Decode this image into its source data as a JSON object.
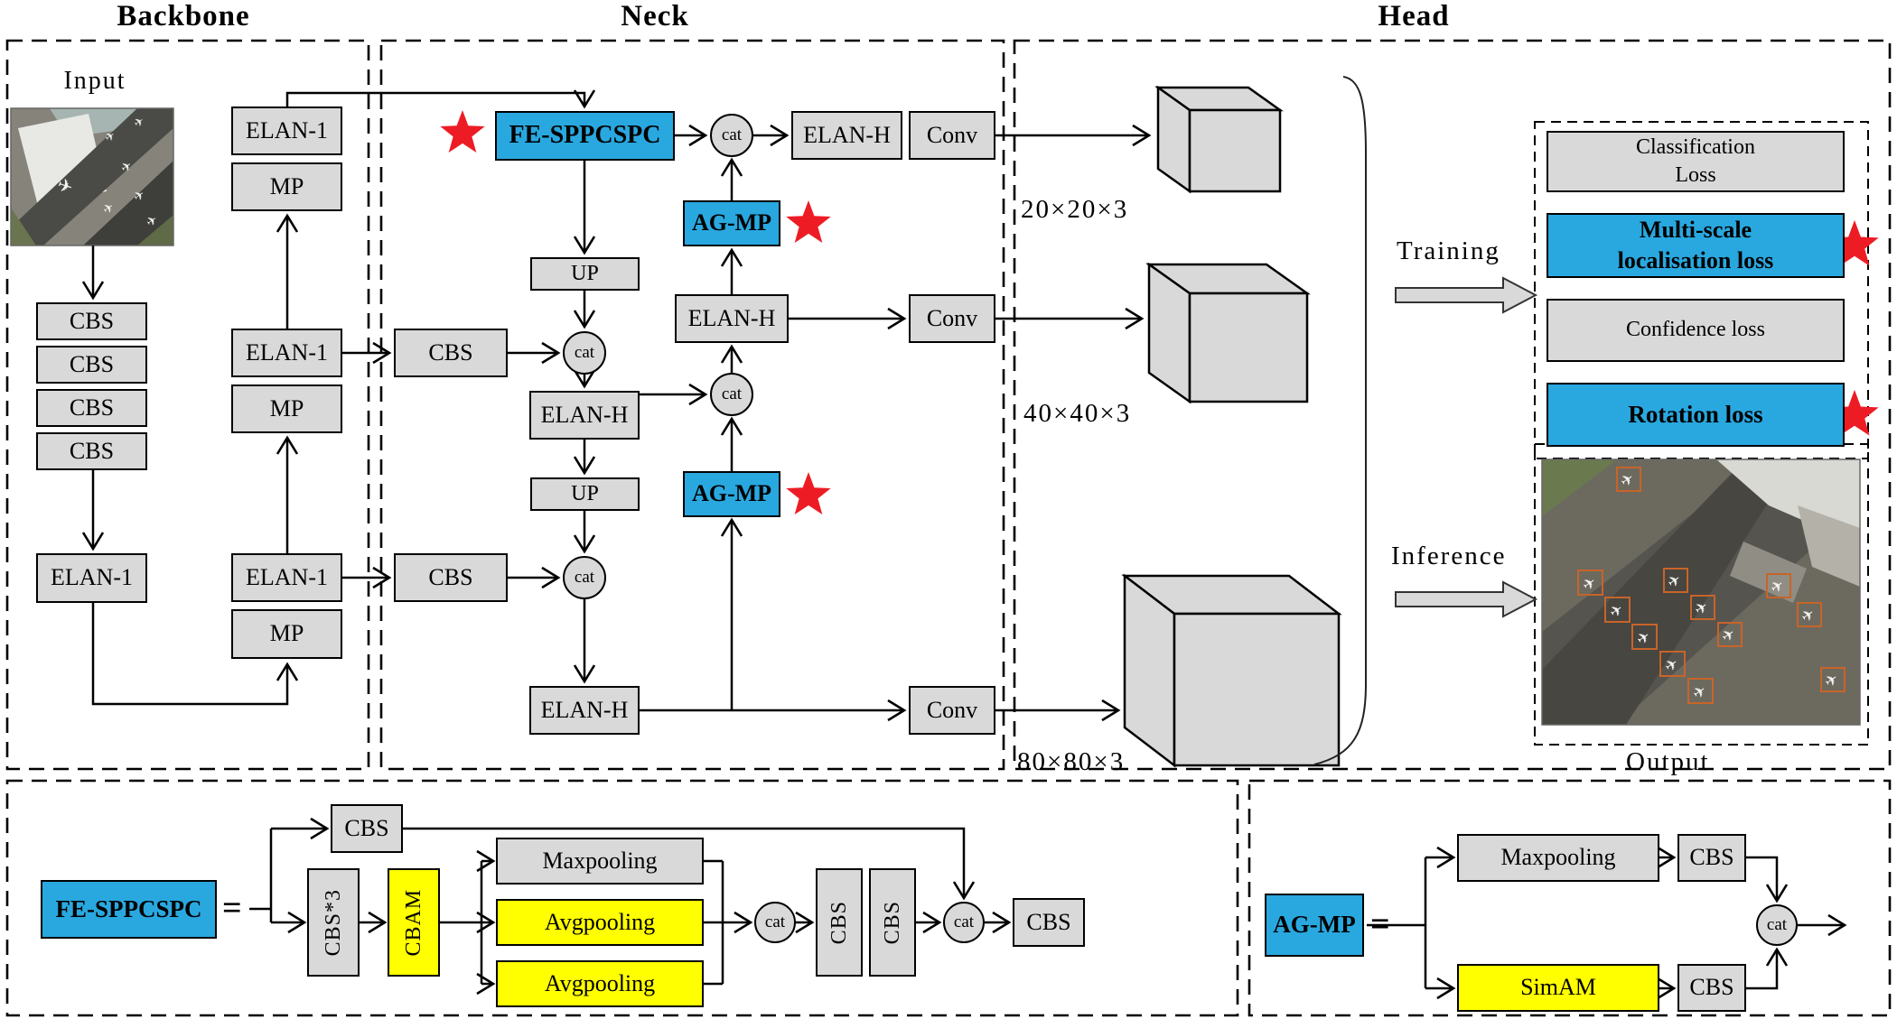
{
  "titles": {
    "backbone": "Backbone",
    "neck": "Neck",
    "head": "Head"
  },
  "labels": {
    "input": "Input",
    "output": "Output",
    "training": "Training",
    "inference": "Inference",
    "cbs": "CBS",
    "elan1": "ELAN-1",
    "mp": "MP",
    "up": "UP",
    "elanh": "ELAN-H",
    "conv": "Conv",
    "cat": "cat",
    "fe_sppcspc": "FE-SPPCSPC",
    "ag_mp": "AG-MP",
    "equals": "=",
    "cbs3": "CBS*3",
    "cbam": "CBAM",
    "maxpooling": "Maxpooling",
    "avgpooling": "Avgpooling",
    "simam": "SimAM"
  },
  "scales": {
    "s20": "20×20×3",
    "s40": "40×40×3",
    "s80": "80×80×3"
  },
  "losses": {
    "classification_line1": "Classification",
    "classification_line2": "Loss",
    "multiscale_line1": "Multi-scale",
    "multiscale_line2": "localisation loss",
    "confidence": "Confidence loss",
    "rotation": "Rotation loss"
  },
  "colors": {
    "highlight_blue": "#29A8E0",
    "highlight_yellow": "#FFFF00",
    "box_gray": "#D9D9D9",
    "star_red": "#ED1C24"
  }
}
